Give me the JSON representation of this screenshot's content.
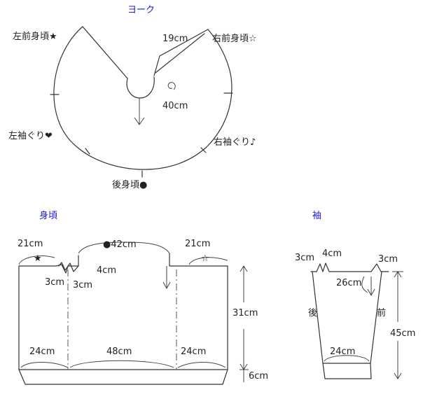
{
  "colors": {
    "title": "#1a1adc",
    "line": "#333333",
    "text": "#222222"
  },
  "yoke": {
    "title": "ヨーク",
    "left_front": "左前身頃★",
    "right_front": "右前身頃☆",
    "left_armhole": "左袖ぐり❤",
    "right_armhole": "右袖ぐり♪",
    "back": "後身頃●",
    "neck_depth": "19cm",
    "neck_circ": "40cm"
  },
  "body": {
    "title": "身頃",
    "top_left": "21cm",
    "top_mid": "●42cm",
    "top_right": "21cm",
    "star_black": "★",
    "star_white": "☆",
    "notch_w": "4cm",
    "notch_a": "3cm",
    "notch_b": "3cm",
    "height": "31cm",
    "bot_left": "24cm",
    "bot_mid": "48cm",
    "bot_right": "24cm",
    "hem": "6cm"
  },
  "sleeve": {
    "title": "袖",
    "notch_l": "3cm",
    "notch_w": "4cm",
    "notch_r": "3cm",
    "top": "26cm",
    "back": "後",
    "front": "前",
    "height": "45cm",
    "bottom": "24cm"
  }
}
